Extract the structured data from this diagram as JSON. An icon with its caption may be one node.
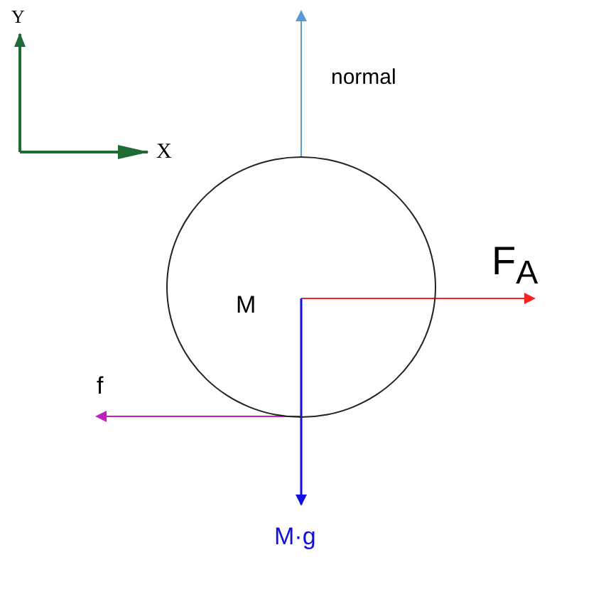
{
  "diagram": {
    "nodes": [
      {
        "text": [
          "M"
        ]
      }
    ],
    "labels": [
      "Y",
      "normal",
      "X",
      "F$_{A}$",
      "f",
      "M·g"
    ]
  }
}
